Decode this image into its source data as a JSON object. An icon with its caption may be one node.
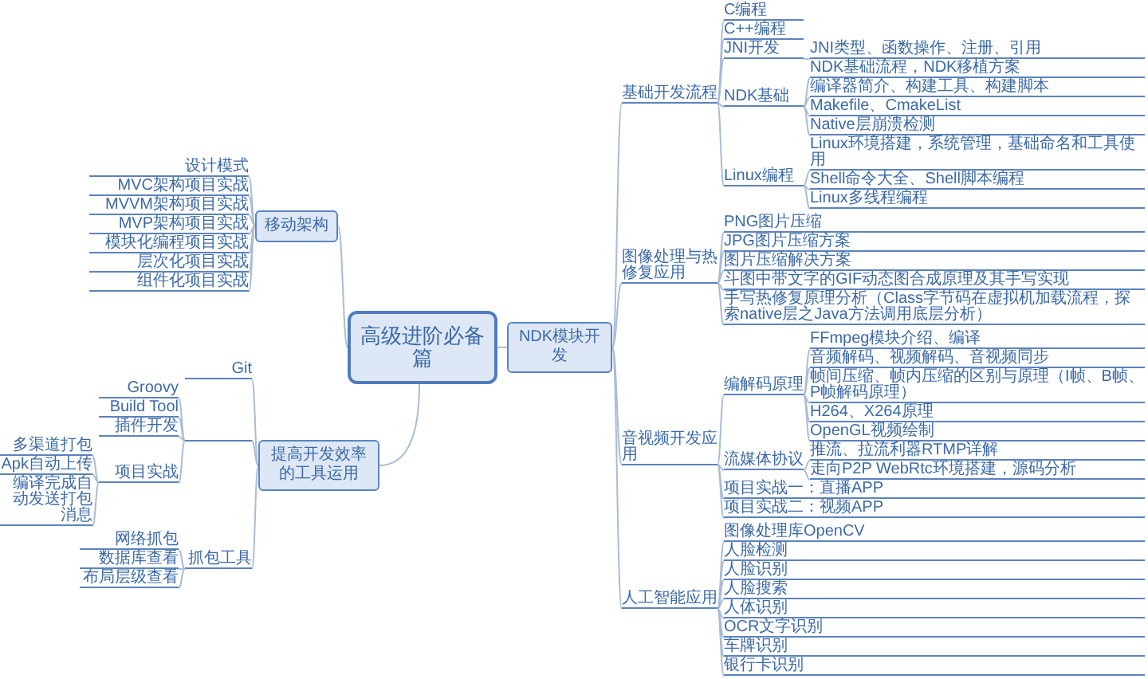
{
  "diagram": {
    "nodes": [
      {
        "text": [
          "高级进阶必备篇"
        ]
      },
      {
        "text": [
          "NDK模块开发"
        ]
      },
      {
        "text": [
          "基础开发流程"
        ]
      },
      {
        "text": [
          "C编程"
        ]
      },
      {
        "text": [
          "C++编程"
        ]
      },
      {
        "text": [
          "JNI开发"
        ]
      },
      {
        "text": [
          "JNI类型、函数操作、注册、引用"
        ]
      },
      {
        "text": [
          "NDK基础"
        ]
      },
      {
        "text": [
          "NDK基础流程，NDK移植方案"
        ]
      },
      {
        "text": [
          "编译器简介、构建工具、构建脚本"
        ]
      },
      {
        "text": [
          "Makefile、CmakeList"
        ]
      },
      {
        "text": [
          "Native层崩溃检测"
        ]
      },
      {
        "text": [
          "Linux编程"
        ]
      },
      {
        "text": [
          "Linux环境搭建，系统管理，基础命名和工具使用"
        ]
      },
      {
        "text": [
          "Shell命令大全、Shell脚本编程"
        ]
      },
      {
        "text": [
          "Linux多线程编程"
        ]
      },
      {
        "text": [
          "图像处理与热修复应用"
        ]
      },
      {
        "text": [
          "PNG图片压缩"
        ]
      },
      {
        "text": [
          "JPG图片压缩方案"
        ]
      },
      {
        "text": [
          "图片压缩解决方案"
        ]
      },
      {
        "text": [
          "斗图中带文字的GIF动态图合成原理及其手写实现"
        ]
      },
      {
        "text": [
          "手写热修复原理分析（Class字节码在虚拟机加载流程，探索native层之Java方法调用底层分析）"
        ]
      },
      {
        "text": [
          "音视频开发应用"
        ]
      },
      {
        "text": [
          "编解码原理"
        ]
      },
      {
        "text": [
          "FFmpeg模块介绍、编译"
        ]
      },
      {
        "text": [
          "音频解码、视频解码、音视频同步"
        ]
      },
      {
        "text": [
          "帧间压缩、帧内压缩的区别与原理（I帧、B帧、P帧解码原理）"
        ]
      },
      {
        "text": [
          "H264、X264原理"
        ]
      },
      {
        "text": [
          "OpenGL视频绘制"
        ]
      },
      {
        "text": [
          "流媒体协议"
        ]
      },
      {
        "text": [
          "推流、拉流利器RTMP详解"
        ]
      },
      {
        "text": [
          "走向P2P WebRtc环境搭建，源码分析"
        ]
      },
      {
        "text": [
          "项目实战一：直播APP"
        ]
      },
      {
        "text": [
          "项目实战二：视频APP"
        ]
      },
      {
        "text": [
          "人工智能应用"
        ]
      },
      {
        "text": [
          "图像处理库OpenCV"
        ]
      },
      {
        "text": [
          "人脸检测"
        ]
      },
      {
        "text": [
          "人脸识别"
        ]
      },
      {
        "text": [
          "人脸搜索"
        ]
      },
      {
        "text": [
          "人体识别"
        ]
      },
      {
        "text": [
          "OCR文字识别"
        ]
      },
      {
        "text": [
          "车牌识别"
        ]
      },
      {
        "text": [
          "银行卡识别"
        ]
      },
      {
        "text": [
          "移动架构"
        ]
      },
      {
        "text": [
          "设计模式"
        ]
      },
      {
        "text": [
          "MVC架构项目实战"
        ]
      },
      {
        "text": [
          "MVVM架构项目实战"
        ]
      },
      {
        "text": [
          "MVP架构项目实战"
        ]
      },
      {
        "text": [
          "模块化编程项目实战"
        ]
      },
      {
        "text": [
          "层次化项目实战"
        ]
      },
      {
        "text": [
          "组件化项目实战"
        ]
      },
      {
        "text": [
          "提高开发效率的工具运用"
        ]
      },
      {
        "text": [
          "Git"
        ]
      },
      {
        "text": [],
        "shape": "bar"
      },
      {
        "text": [
          "Groovy"
        ]
      },
      {
        "text": [
          "Build Tool"
        ]
      },
      {
        "text": [
          "插件开发"
        ]
      },
      {
        "text": [
          "项目实战"
        ]
      },
      {
        "text": [
          "多渠道打包"
        ]
      },
      {
        "text": [
          "Apk自动上传"
        ]
      },
      {
        "text": [
          "编译完成自动发送打包消息"
        ]
      },
      {
        "text": [
          "抓包工具"
        ]
      },
      {
        "text": [
          "网络抓包"
        ]
      },
      {
        "text": [
          "数据库查看"
        ]
      },
      {
        "text": [
          "布局层级查看"
        ]
      }
    ],
    "edges": [
      {
        "from": 0,
        "to": 1,
        "arrow": "none"
      },
      {
        "from": 1,
        "to": 2,
        "arrow": "none"
      },
      {
        "from": 2,
        "to": 3,
        "arrow": "none"
      },
      {
        "from": 2,
        "to": 4,
        "arrow": "none"
      },
      {
        "from": 2,
        "to": 5,
        "arrow": "none"
      },
      {
        "from": 5,
        "to": 6,
        "arrow": "none"
      },
      {
        "from": 2,
        "to": 7,
        "arrow": "none"
      },
      {
        "from": 7,
        "to": 8,
        "arrow": "none"
      },
      {
        "from": 7,
        "to": 9,
        "arrow": "none"
      },
      {
        "from": 7,
        "to": 10,
        "arrow": "none"
      },
      {
        "from": 7,
        "to": 11,
        "arrow": "none"
      },
      {
        "from": 2,
        "to": 12,
        "arrow": "none"
      },
      {
        "from": 12,
        "to": 13,
        "arrow": "none"
      },
      {
        "from": 12,
        "to": 14,
        "arrow": "none"
      },
      {
        "from": 12,
        "to": 15,
        "arrow": "none"
      },
      {
        "from": 1,
        "to": 16,
        "arrow": "none"
      },
      {
        "from": 16,
        "to": 17,
        "arrow": "none"
      },
      {
        "from": 16,
        "to": 18,
        "arrow": "none"
      },
      {
        "from": 16,
        "to": 19,
        "arrow": "none"
      },
      {
        "from": 16,
        "to": 20,
        "arrow": "none"
      },
      {
        "from": 16,
        "to": 21,
        "arrow": "none"
      },
      {
        "from": 1,
        "to": 22,
        "arrow": "none"
      },
      {
        "from": 22,
        "to": 23,
        "arrow": "none"
      },
      {
        "from": 23,
        "to": 24,
        "arrow": "none"
      },
      {
        "from": 23,
        "to": 25,
        "arrow": "none"
      },
      {
        "from": 23,
        "to": 26,
        "arrow": "none"
      },
      {
        "from": 23,
        "to": 27,
        "arrow": "none"
      },
      {
        "from": 23,
        "to": 28,
        "arrow": "none"
      },
      {
        "from": 22,
        "to": 29,
        "arrow": "none"
      },
      {
        "from": 29,
        "to": 30,
        "arrow": "none"
      },
      {
        "from": 29,
        "to": 31,
        "arrow": "none"
      },
      {
        "from": 22,
        "to": 32,
        "arrow": "none"
      },
      {
        "from": 22,
        "to": 33,
        "arrow": "none"
      },
      {
        "from": 1,
        "to": 34,
        "arrow": "none"
      },
      {
        "from": 34,
        "to": 35,
        "arrow": "none"
      },
      {
        "from": 34,
        "to": 36,
        "arrow": "none"
      },
      {
        "from": 34,
        "to": 37,
        "arrow": "none"
      },
      {
        "from": 34,
        "to": 38,
        "arrow": "none"
      },
      {
        "from": 34,
        "to": 39,
        "arrow": "none"
      },
      {
        "from": 34,
        "to": 40,
        "arrow": "none"
      },
      {
        "from": 34,
        "to": 41,
        "arrow": "none"
      },
      {
        "from": 34,
        "to": 42,
        "arrow": "none"
      },
      {
        "from": 0,
        "to": 43,
        "arrow": "none"
      },
      {
        "from": 43,
        "to": 44,
        "arrow": "none"
      },
      {
        "from": 43,
        "to": 45,
        "arrow": "none"
      },
      {
        "from": 43,
        "to": 46,
        "arrow": "none"
      },
      {
        "from": 43,
        "to": 47,
        "arrow": "none"
      },
      {
        "from": 43,
        "to": 48,
        "arrow": "none"
      },
      {
        "from": 43,
        "to": 49,
        "arrow": "none"
      },
      {
        "from": 43,
        "to": 50,
        "arrow": "none"
      },
      {
        "from": 0,
        "to": 51,
        "arrow": "none"
      },
      {
        "from": 51,
        "to": 52,
        "arrow": "none"
      },
      {
        "from": 51,
        "to": 53,
        "arrow": "none"
      },
      {
        "from": 53,
        "to": 54,
        "arrow": "none"
      },
      {
        "from": 53,
        "to": 55,
        "arrow": "none"
      },
      {
        "from": 53,
        "to": 56,
        "arrow": "none"
      },
      {
        "from": 53,
        "to": 57,
        "arrow": "none"
      },
      {
        "from": 57,
        "to": 58,
        "arrow": "none"
      },
      {
        "from": 57,
        "to": 59,
        "arrow": "none"
      },
      {
        "from": 57,
        "to": 60,
        "arrow": "none"
      },
      {
        "from": 51,
        "to": 61,
        "arrow": "none"
      },
      {
        "from": 61,
        "to": 62,
        "arrow": "none"
      },
      {
        "from": 61,
        "to": 63,
        "arrow": "none"
      },
      {
        "from": 61,
        "to": 64,
        "arrow": "none"
      }
    ]
  }
}
